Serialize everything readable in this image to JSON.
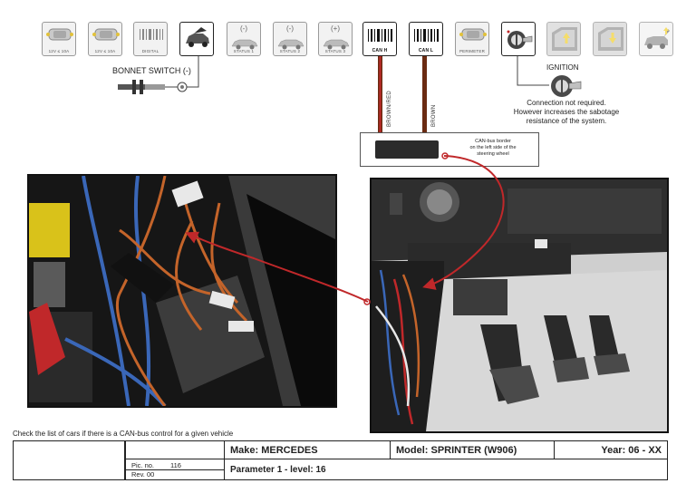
{
  "tiles": [
    {
      "id": "12v-10a-1",
      "caption": "12V ≤ 10A",
      "style": "plain",
      "icon": "car-top-icon"
    },
    {
      "id": "12v-10a-2",
      "caption": "12V ≤ 10A",
      "style": "plain",
      "icon": "car-top-icon"
    },
    {
      "id": "digital",
      "caption": "DIGITAL",
      "style": "plain",
      "icon": "barcode-icon"
    },
    {
      "id": "bonnet",
      "caption": "",
      "style": "dark",
      "icon": "car-bonnet-icon"
    },
    {
      "id": "status1",
      "caption": "STATUS 1",
      "style": "plain",
      "sign": "(-)",
      "icon": "car-side-icon"
    },
    {
      "id": "status2",
      "caption": "STATUS 2",
      "style": "plain",
      "sign": "(-)",
      "icon": "car-side-icon"
    },
    {
      "id": "status3",
      "caption": "STATUS 3",
      "style": "plain",
      "sign": "(+)",
      "icon": "car-side-icon"
    },
    {
      "id": "can-h",
      "caption": "CAN H",
      "style": "dark",
      "icon": "barcode-icon"
    },
    {
      "id": "can-l",
      "caption": "CAN L",
      "style": "dark",
      "icon": "barcode-icon"
    },
    {
      "id": "perimeter",
      "caption": "PERIMETER",
      "style": "plain",
      "icon": "car-top-icon"
    },
    {
      "id": "ignition",
      "caption": "",
      "style": "dark",
      "icon": "ignition-key-icon"
    },
    {
      "id": "window-up",
      "caption": "",
      "style": "faded",
      "icon": "window-up-icon"
    },
    {
      "id": "window-down",
      "caption": "",
      "style": "faded",
      "icon": "window-down-icon"
    },
    {
      "id": "trunk",
      "caption": "",
      "style": "faded",
      "icon": "trunk-icon"
    }
  ],
  "labels": {
    "bonnet_switch": "BONNET SWITCH (-)",
    "ignition": "IGNITION",
    "ignition_note_1": "Connection not required.",
    "ignition_note_2": "However increases the sabotage",
    "ignition_note_3": "resistance of the system.",
    "wire_brown_red": "BROWN/RED",
    "wire_brown": "BROWN",
    "canbus_border_1": "CAN-bus border",
    "canbus_border_2": "on the left side of the",
    "canbus_border_3": "steering wheel",
    "check_list": "Check the list of cars if there is a CAN-bus control for a given vehicle"
  },
  "info": {
    "make": "Make:  MERCEDES",
    "model": "Model: SPRINTER (W906)",
    "year": "Year: 06 - XX",
    "pic_label": "Pic. no.",
    "pic_value": "116",
    "rev": "Rev. 00",
    "parameter": "Parameter 1 - level:   16"
  },
  "colors": {
    "wire_red": "#c0282a",
    "wire_brown": "#6b2b12",
    "module": "#2b2b2b"
  }
}
